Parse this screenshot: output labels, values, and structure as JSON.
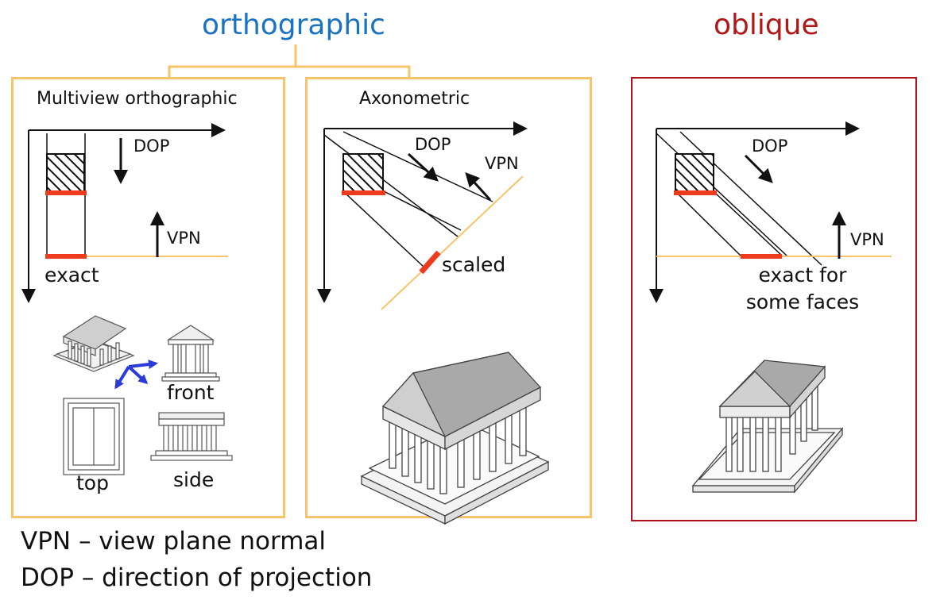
{
  "headings": {
    "orthographic": "orthographic",
    "oblique": "oblique"
  },
  "panels": {
    "multiview": {
      "title": "Multiview orthographic",
      "dop": "DOP",
      "vpn": "VPN",
      "note": "exact",
      "view_labels": {
        "front": "front",
        "top": "top",
        "side": "side"
      }
    },
    "axonometric": {
      "title": "Axonometric",
      "dop": "DOP",
      "vpn": "VPN",
      "note": "scaled"
    },
    "oblique": {
      "dop": "DOP",
      "vpn": "VPN",
      "note_line1": "exact for",
      "note_line2": "some faces"
    }
  },
  "legend": {
    "vpn": "VPN – view plane normal",
    "dop": "DOP – direction of projection"
  },
  "colors": {
    "orthographic": "#1a73c1",
    "oblique": "#b01818",
    "panel_border": "#f7c46a",
    "oblique_border": "#b3121d",
    "projected_edge": "#ee3b1f",
    "view_plane": "#f7c46a"
  }
}
